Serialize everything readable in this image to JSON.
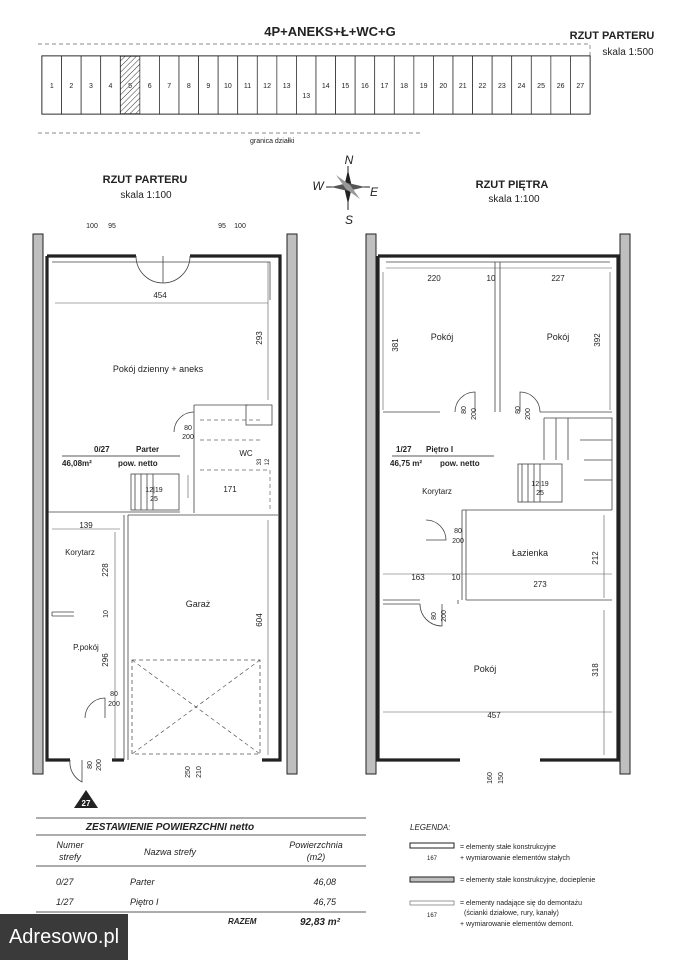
{
  "header": {
    "title": "4P+ANEKS+Ł+WC+G",
    "site_plan_title": "RZUT PARTERU",
    "site_plan_scale": "skala 1:500",
    "plot_boundary": "granica działki",
    "units": [
      "1",
      "2",
      "3",
      "4",
      "5",
      "6",
      "7",
      "8",
      "9",
      "10",
      "11",
      "12",
      "13",
      "13",
      "14",
      "15",
      "16",
      "17",
      "18",
      "19",
      "20",
      "21",
      "22",
      "23",
      "24",
      "25",
      "26",
      "27"
    ]
  },
  "compass": {
    "n": "N",
    "s": "S",
    "e": "E",
    "w": "W"
  },
  "ground_floor": {
    "title": "RZUT PARTERU",
    "scale": "skala 1:100",
    "rooms": {
      "living": "Pokój dzienny + aneks",
      "wc": "WC",
      "corridor": "Korytarz",
      "garage": "Garaż",
      "utility": "P.pokój"
    },
    "zone_id": "0/27",
    "zone_name": "Parter",
    "area": "46,08m²",
    "area_label": "pow. netto",
    "dims": {
      "d100a": "100",
      "d95a": "95",
      "d95b": "95",
      "d100b": "100",
      "d454": "454",
      "d293": "293",
      "d80a": "80",
      "d200a": "200",
      "d171": "171",
      "d139": "139",
      "d228": "228",
      "d10": "10",
      "d296": "296",
      "d604": "604",
      "d80b": "80",
      "d200b": "200",
      "d80c": "80",
      "d200c": "200",
      "d250": "250",
      "d210": "210",
      "stair": "12|19",
      "stair25": "25",
      "wc1": "33",
      "wc2": "12"
    },
    "unit_badge": "27"
  },
  "upper_floor": {
    "title": "RZUT PIĘTRA",
    "scale": "skala 1:100",
    "rooms": {
      "room1": "Pokój",
      "room2": "Pokój",
      "corridor": "Korytarz",
      "bathroom": "Łazienka",
      "room3": "Pokój"
    },
    "zone_id": "1/27",
    "zone_name": "Piętro I",
    "area": "46,75 m²",
    "area_label": "pow. netto",
    "dims": {
      "d220": "220",
      "d10a": "10",
      "d227": "227",
      "d381": "381",
      "d392": "392",
      "d80a": "80",
      "d200a": "200",
      "d80b": "80",
      "d200b": "200",
      "d80c": "80",
      "d200c": "200",
      "d163": "163",
      "d10b": "10",
      "d273": "273",
      "d212": "212",
      "d80d": "80",
      "d200d": "200",
      "d318": "318",
      "d457": "457",
      "d160": "160",
      "d150": "150",
      "stair": "12|19",
      "stair25": "25"
    }
  },
  "summary": {
    "title": "ZESTAWIENIE POWIERZCHNI netto",
    "headers": {
      "zone1": "Numer",
      "zone2": "strefy",
      "name": "Nazwa strefy",
      "area1": "Powierzchnia",
      "area2": "(m2)"
    },
    "rows": [
      {
        "zone": "0/27",
        "name": "Parter",
        "area": "46,08"
      },
      {
        "zone": "1/27",
        "name": "Piętro I",
        "area": "46,75"
      }
    ],
    "total_label": "RAZEM",
    "total": "92,83 m²"
  },
  "legend": {
    "title": "LEGENDA:",
    "dim": "167",
    "items": [
      "= elementy stałe konstrukcyjne",
      "+ wymiarowanie elementów stałych",
      "= elementy stałe konstrukcyjne, docieplenie",
      "= elementy nadające się do demontażu",
      "(ścianki działowe, rury, kanały)",
      "+ wymiarowanie elementów demont."
    ]
  },
  "watermark": "Adresowo.pl"
}
